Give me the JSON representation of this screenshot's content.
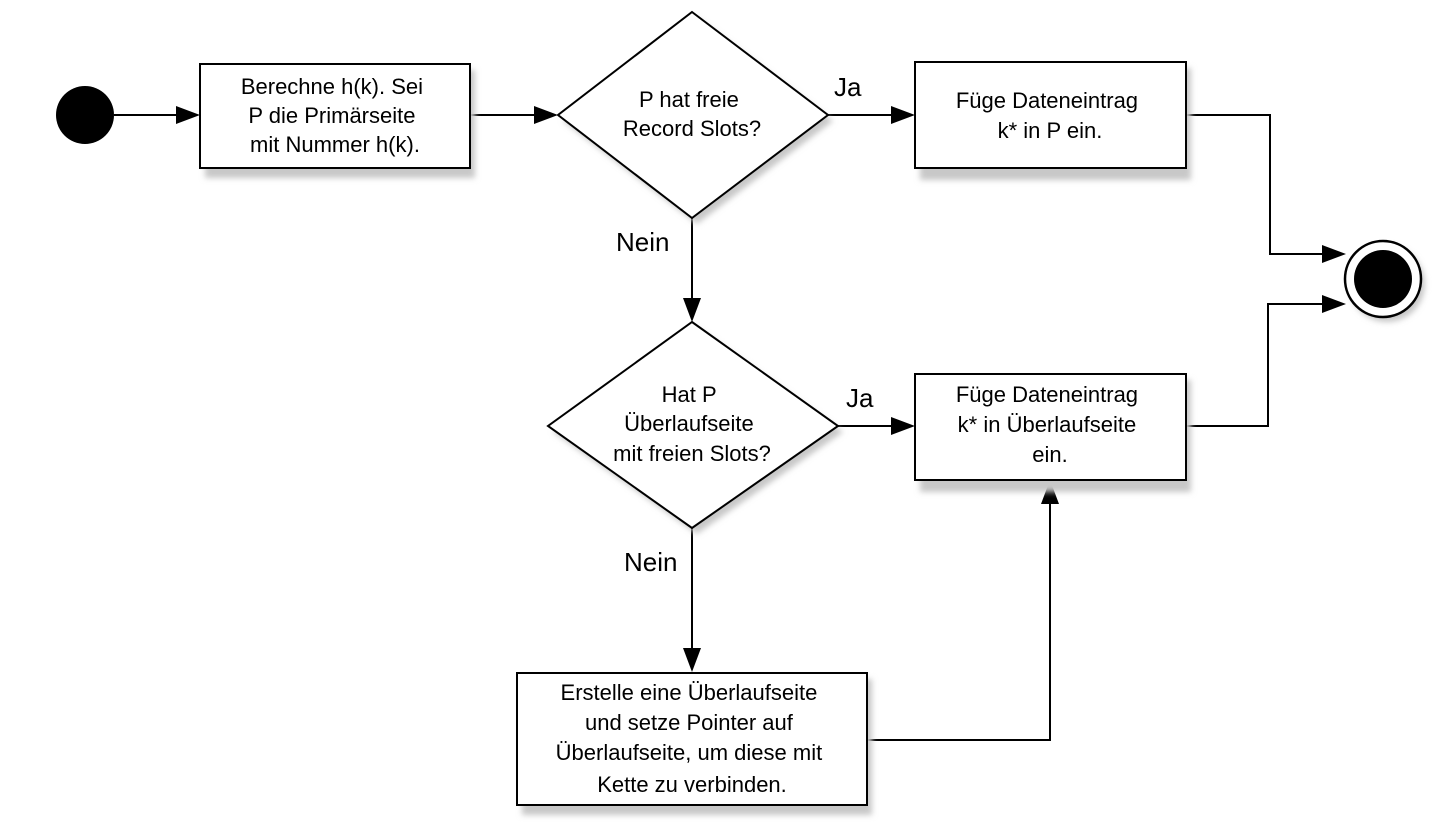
{
  "diagram": {
    "nodes": {
      "start": {
        "kind": "initial-node"
      },
      "compute_hash": {
        "lines": [
          "Berechne h(k). Sei",
          "P die Primärseite",
          "mit Nummer h(k)."
        ]
      },
      "decision_free_slots": {
        "lines": [
          "P hat freie",
          "Record Slots?"
        ]
      },
      "insert_primary": {
        "lines": [
          "Füge Dateneintrag",
          "k* in P ein."
        ]
      },
      "decision_overflow": {
        "lines": [
          "Hat P",
          "Überlaufseite",
          "mit freien Slots?"
        ]
      },
      "insert_overflow": {
        "lines": [
          "Füge Dateneintrag",
          "k* in Überlaufseite",
          "ein."
        ]
      },
      "create_overflow": {
        "lines": [
          "Erstelle eine Überlaufseite",
          "und setze Pointer auf",
          "Überlaufseite, um diese mit",
          "Kette zu verbinden."
        ]
      },
      "end": {
        "kind": "final-node"
      }
    },
    "edge_labels": {
      "free_slots_yes": "Ja",
      "free_slots_no": "Nein",
      "overflow_yes": "Ja",
      "overflow_no": "Nein"
    }
  }
}
